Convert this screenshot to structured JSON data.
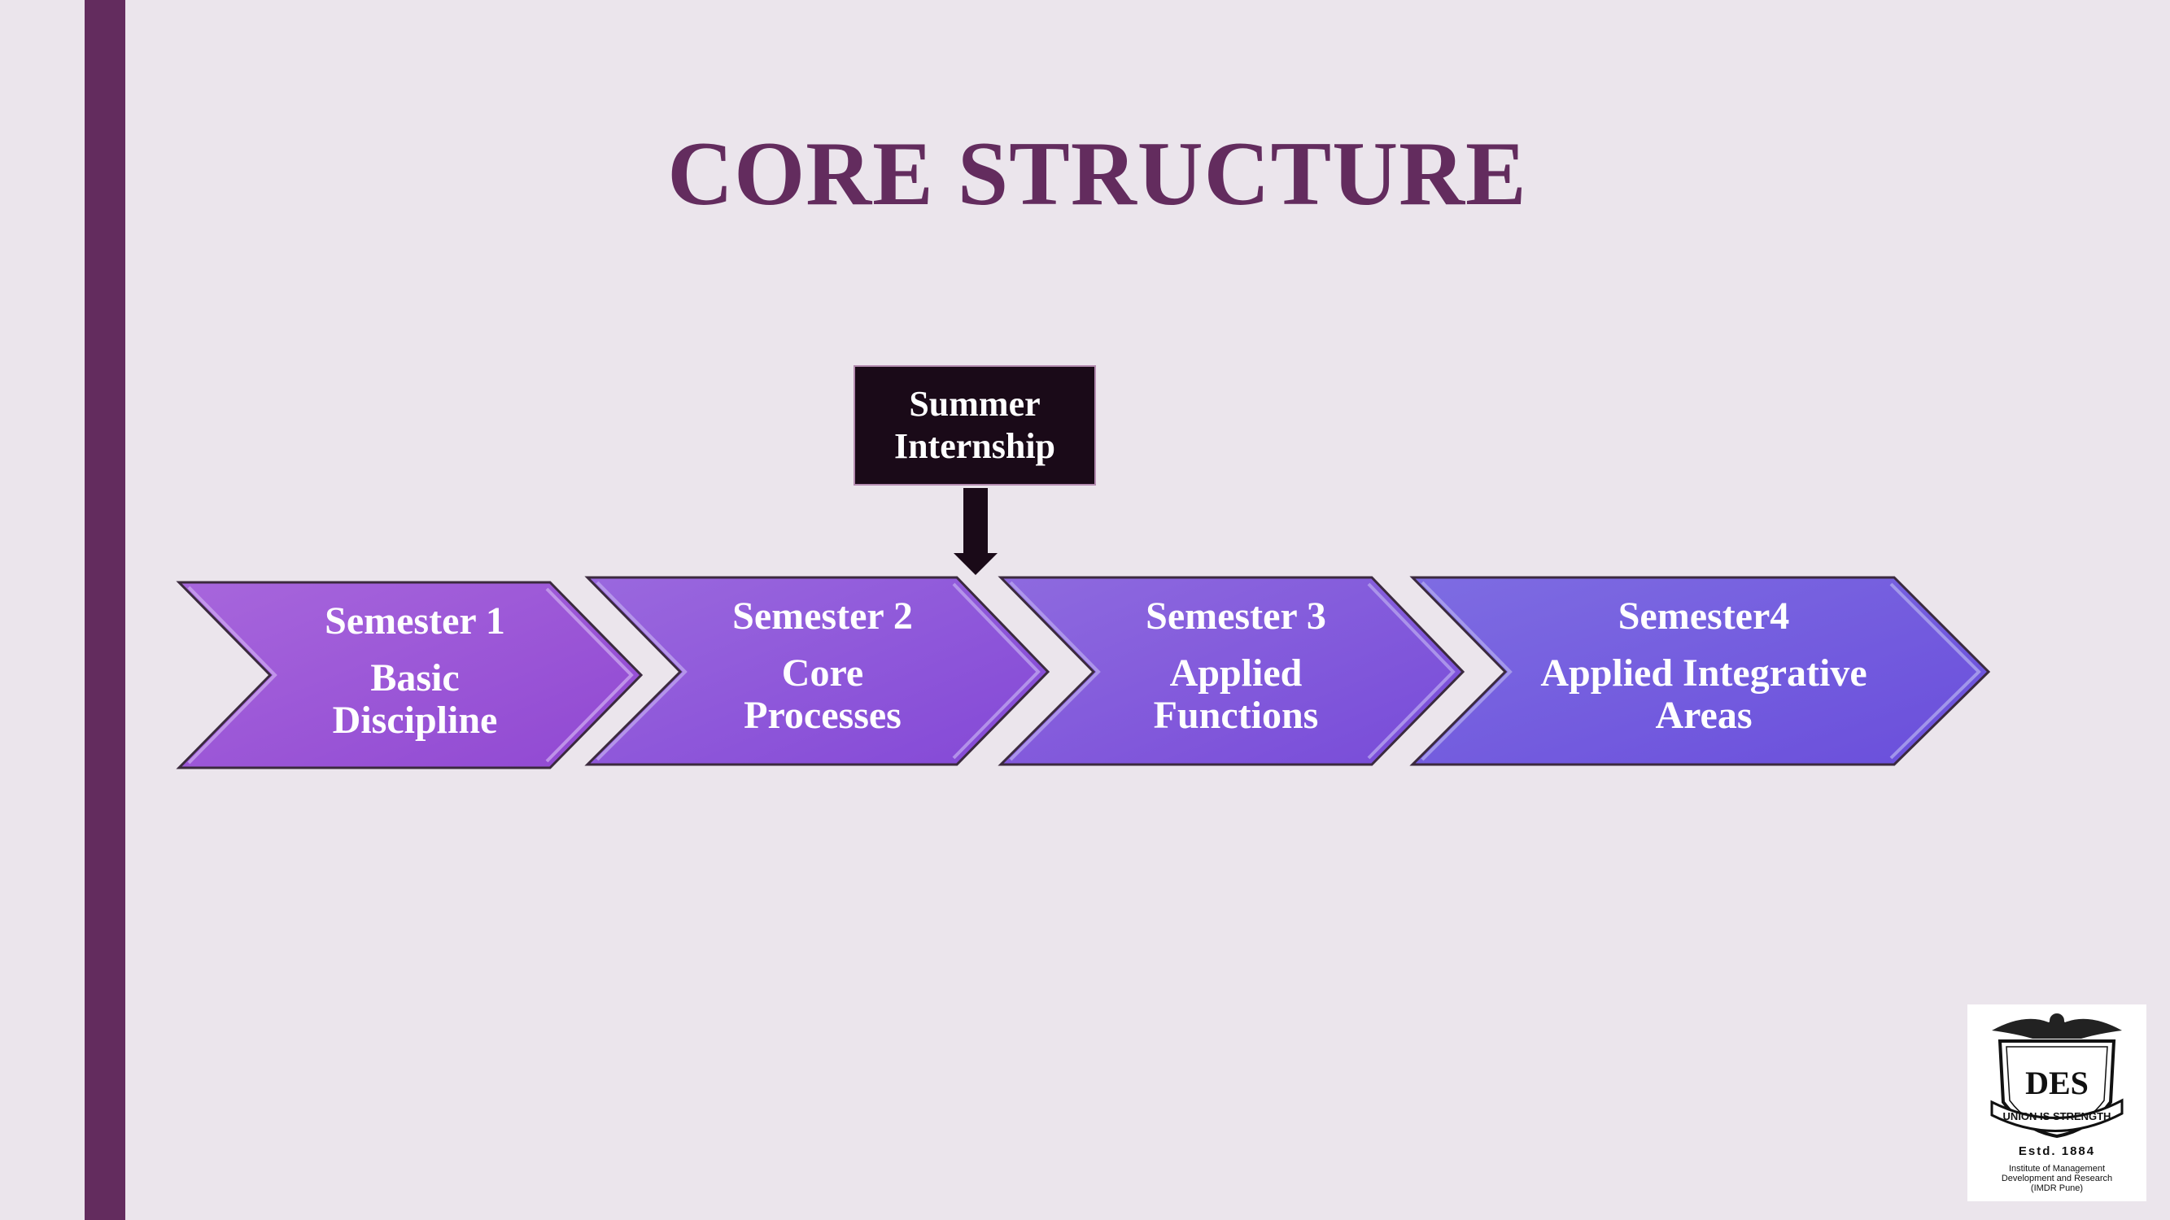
{
  "slide": {
    "title": "CORE STRUCTURE",
    "accent_color": "#632c5e"
  },
  "timeline": {
    "stages": [
      {
        "semester": "Semester 1",
        "subtitle": "Basic\nDiscipline",
        "color": "#9a56d6"
      },
      {
        "semester": "Semester 2",
        "subtitle": "Core\nProcesses",
        "color": "#8e58da"
      },
      {
        "semester": "Semester 3",
        "subtitle": "Applied\nFunctions",
        "color": "#8258db"
      },
      {
        "semester": "Semester4",
        "subtitle": "Applied Integrative\nAreas",
        "color": "#745ade"
      }
    ],
    "callout": {
      "label": "Summer\nInternship",
      "arrow_icon": "down-arrow-icon"
    }
  },
  "logo": {
    "motto": "UNION IS STRENGTH",
    "monogram": "DES",
    "established": "Estd. 1884",
    "caption": "Institute of Management\nDevelopment and Research\n(IMDR Pune)"
  }
}
